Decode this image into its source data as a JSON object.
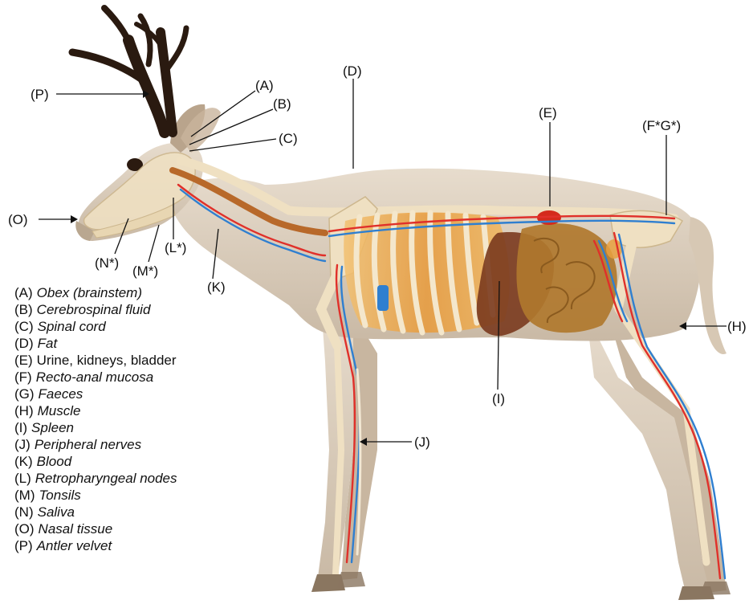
{
  "callouts": {
    "P": "(P)",
    "A": "(A)",
    "B": "(B)",
    "C": "(C)",
    "D": "(D)",
    "E": "(E)",
    "FG": "(F*G*)",
    "O": "(O)",
    "N": "(N*)",
    "M": "(M*)",
    "L": "(L*)",
    "K": "(K)",
    "I": "(I)",
    "H": "(H)",
    "J": "(J)"
  },
  "legend": [
    {
      "code": "(A)",
      "term": "Obex (brainstem)",
      "italic": true
    },
    {
      "code": "(B)",
      "term": "Cerebrospinal fluid",
      "italic": true
    },
    {
      "code": "(C)",
      "term": "Spinal cord",
      "italic": true
    },
    {
      "code": "(D)",
      "term": "Fat",
      "italic": true
    },
    {
      "code": "(E)",
      "term": "Urine, kidneys, bladder",
      "italic": false
    },
    {
      "code": "(F)",
      "term": "Recto-anal mucosa",
      "italic": true
    },
    {
      "code": "(G)",
      "term": "Faeces",
      "italic": true
    },
    {
      "code": "(H)",
      "term": "Muscle",
      "italic": true
    },
    {
      "code": "(I)",
      "term": "Spleen",
      "italic": true
    },
    {
      "code": "(J)",
      "term": "Peripheral nerves",
      "italic": true
    },
    {
      "code": "(K)",
      "term": "Blood",
      "italic": true
    },
    {
      "code": "(L)",
      "term": "Retropharyngeal nodes",
      "italic": true
    },
    {
      "code": "(M)",
      "term": "Tonsils",
      "italic": true
    },
    {
      "code": "(N)",
      "term": "Saliva",
      "italic": true
    },
    {
      "code": "(O)",
      "term": "Nasal tissue",
      "italic": true
    },
    {
      "code": "(P)",
      "term": "Antler velvet",
      "italic": true
    }
  ],
  "colors": {
    "body": "#ddd1c2",
    "body_shadow": "#c7b7a3",
    "bone": "#efe0c2",
    "bone_edge": "#cdb78e",
    "antler": "#2a1a10",
    "artery": "#e0302a",
    "vein": "#2f7fd0",
    "fat_orange": "#e8a040",
    "spleen": "#7a3a1e",
    "intestine": "#b0782e",
    "kidney": "#d42a1c",
    "spinal_cord": "#b8692a"
  }
}
